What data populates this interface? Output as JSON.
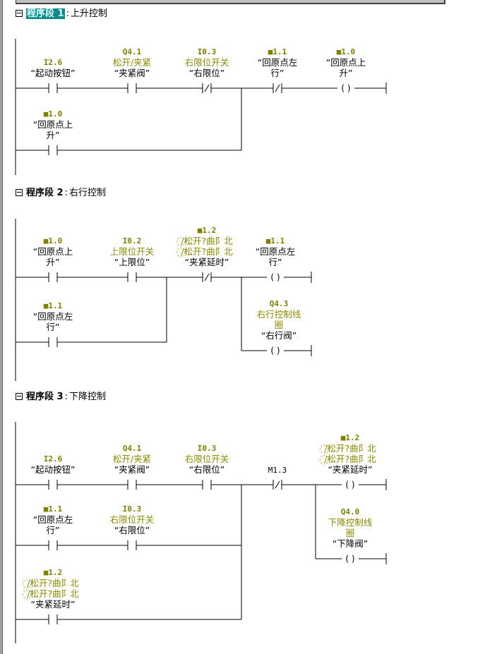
{
  "editor": {
    "networks": [
      {
        "label": "程序段 1",
        "colon": ":",
        "title": "上升控制",
        "selected": true,
        "elements": [
          {
            "type": "NO",
            "address": "I2.6",
            "comment": "",
            "symbol": "“起动按钮”"
          },
          {
            "type": "NO",
            "address": "Q4.1",
            "comment": "松开/夹紧",
            "symbol": "“夹紧阀”"
          },
          {
            "type": "NC",
            "address": "I0.3",
            "comment": "右限位开关",
            "symbol": "“右限位”"
          },
          {
            "type": "NC",
            "address": "M1.1",
            "comment": "",
            "symbol": "“回原点左\n行”"
          },
          {
            "type": "COIL",
            "address": "M1.0",
            "comment": "",
            "symbol": "“回原点上\n升”"
          },
          {
            "type": "NO",
            "address": "M1.0",
            "comment": "",
            "symbol": "“回原点上\n升”",
            "branch": true
          }
        ]
      },
      {
        "label": "程序段 2",
        "colon": ":",
        "title": "右行控制",
        "selected": false,
        "elements": [
          {
            "type": "NO",
            "address": "M1.0",
            "comment": "",
            "symbol": "“回原点上\n升”"
          },
          {
            "type": "NO",
            "address": "I0.2",
            "comment": "上限位开关",
            "symbol": "“上限位”"
          },
          {
            "type": "NC",
            "address": "M1.2",
            "comment": "꙰/松开?曲阝北\n꙰/松开?曲阝北",
            "symbol": "“夹紧延时”"
          },
          {
            "type": "COIL",
            "address": "M1.1",
            "comment": "",
            "symbol": "“回原点左\n行”"
          },
          {
            "type": "NO",
            "address": "M1.1",
            "comment": "",
            "symbol": "“回原点左\n行”",
            "branch": true
          },
          {
            "type": "COIL",
            "address": "Q4.3",
            "comment": "右行控制线\n圈",
            "symbol": "“右行阀”",
            "branch": true
          }
        ]
      },
      {
        "label": "程序段 3",
        "colon": ":",
        "title": "下降控制",
        "selected": false,
        "elements": [
          {
            "type": "NO",
            "address": "I2.6",
            "comment": "",
            "symbol": "“起动按钮”"
          },
          {
            "type": "NO",
            "address": "Q4.1",
            "comment": "松开/夹紧",
            "symbol": "“夹紧阀”"
          },
          {
            "type": "NO",
            "address": "I0.3",
            "comment": "右限位开关",
            "symbol": "“右限位”"
          },
          {
            "type": "NC",
            "address": "M1.3",
            "comment": "",
            "symbol": ""
          },
          {
            "type": "COIL",
            "address": "M1.2",
            "comment": "꙰/松开?曲阝北\n꙰/松开?曲阝北",
            "symbol": "“夹紧延时”"
          },
          {
            "type": "NO",
            "address": "M1.1",
            "comment": "",
            "symbol": "“回原点左\n行”",
            "branch": true
          },
          {
            "type": "NO",
            "address": "I0.3",
            "comment": "右限位开关",
            "symbol": "“右限位”",
            "branch": true
          },
          {
            "type": "COIL",
            "address": "Q4.0",
            "comment": "下降控制线\n圈",
            "symbol": "“下降阀”",
            "branch": true
          },
          {
            "type": "NO",
            "address": "M1.2",
            "comment": "꙰/松开?曲阝北\n꙰/松开?曲阝北",
            "symbol": "“夹紧延时”",
            "branch": true
          }
        ]
      }
    ]
  },
  "colors": {
    "address": "#7f7f00",
    "comment": "#8a8a00",
    "selection": "#0f8a8a",
    "line": "#000000"
  }
}
